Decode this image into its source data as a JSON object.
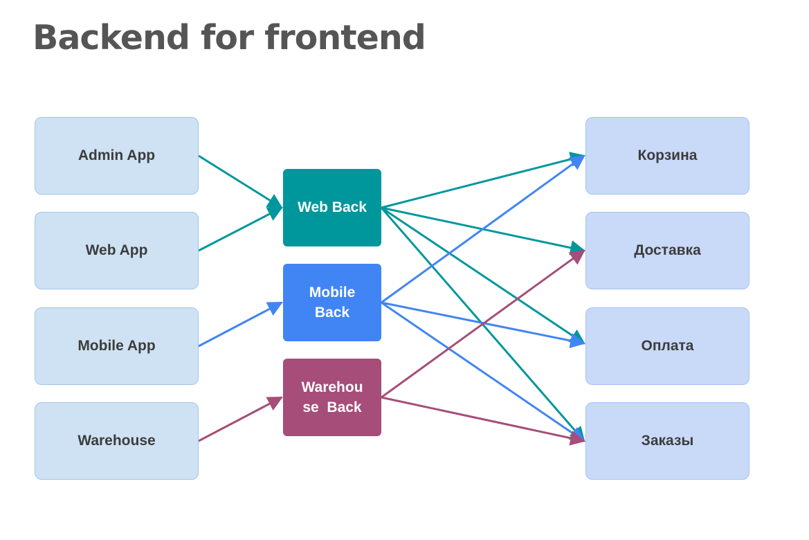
{
  "title": "Backend for frontend",
  "clients": [
    {
      "label": "Admin App"
    },
    {
      "label": "Web App"
    },
    {
      "label": "Mobile App"
    },
    {
      "label": "Warehouse"
    }
  ],
  "backends": [
    {
      "label": "Web Back",
      "color": "#00979c"
    },
    {
      "label": "Mobile\nBack",
      "color": "#4185f4"
    },
    {
      "label": "Warehou\nse  Back",
      "color": "#a64d79"
    }
  ],
  "services": [
    {
      "label": "Корзина"
    },
    {
      "label": "Доставка"
    },
    {
      "label": "Оплата"
    },
    {
      "label": "Заказы"
    }
  ],
  "edges": [
    {
      "from": "client-0",
      "to": "backend-0",
      "color": "#00979c"
    },
    {
      "from": "client-1",
      "to": "backend-0",
      "color": "#00979c"
    },
    {
      "from": "client-2",
      "to": "backend-1",
      "color": "#4185f4"
    },
    {
      "from": "client-3",
      "to": "backend-2",
      "color": "#a64d79"
    },
    {
      "from": "backend-0",
      "to": "service-0",
      "color": "#00979c"
    },
    {
      "from": "backend-0",
      "to": "service-1",
      "color": "#00979c"
    },
    {
      "from": "backend-0",
      "to": "service-2",
      "color": "#00979c"
    },
    {
      "from": "backend-0",
      "to": "service-3",
      "color": "#00979c"
    },
    {
      "from": "backend-1",
      "to": "service-0",
      "color": "#4185f4"
    },
    {
      "from": "backend-1",
      "to": "service-2",
      "color": "#4185f4"
    },
    {
      "from": "backend-1",
      "to": "service-3",
      "color": "#4185f4"
    },
    {
      "from": "backend-2",
      "to": "service-1",
      "color": "#a64d79"
    },
    {
      "from": "backend-2",
      "to": "service-3",
      "color": "#a64d79"
    }
  ]
}
